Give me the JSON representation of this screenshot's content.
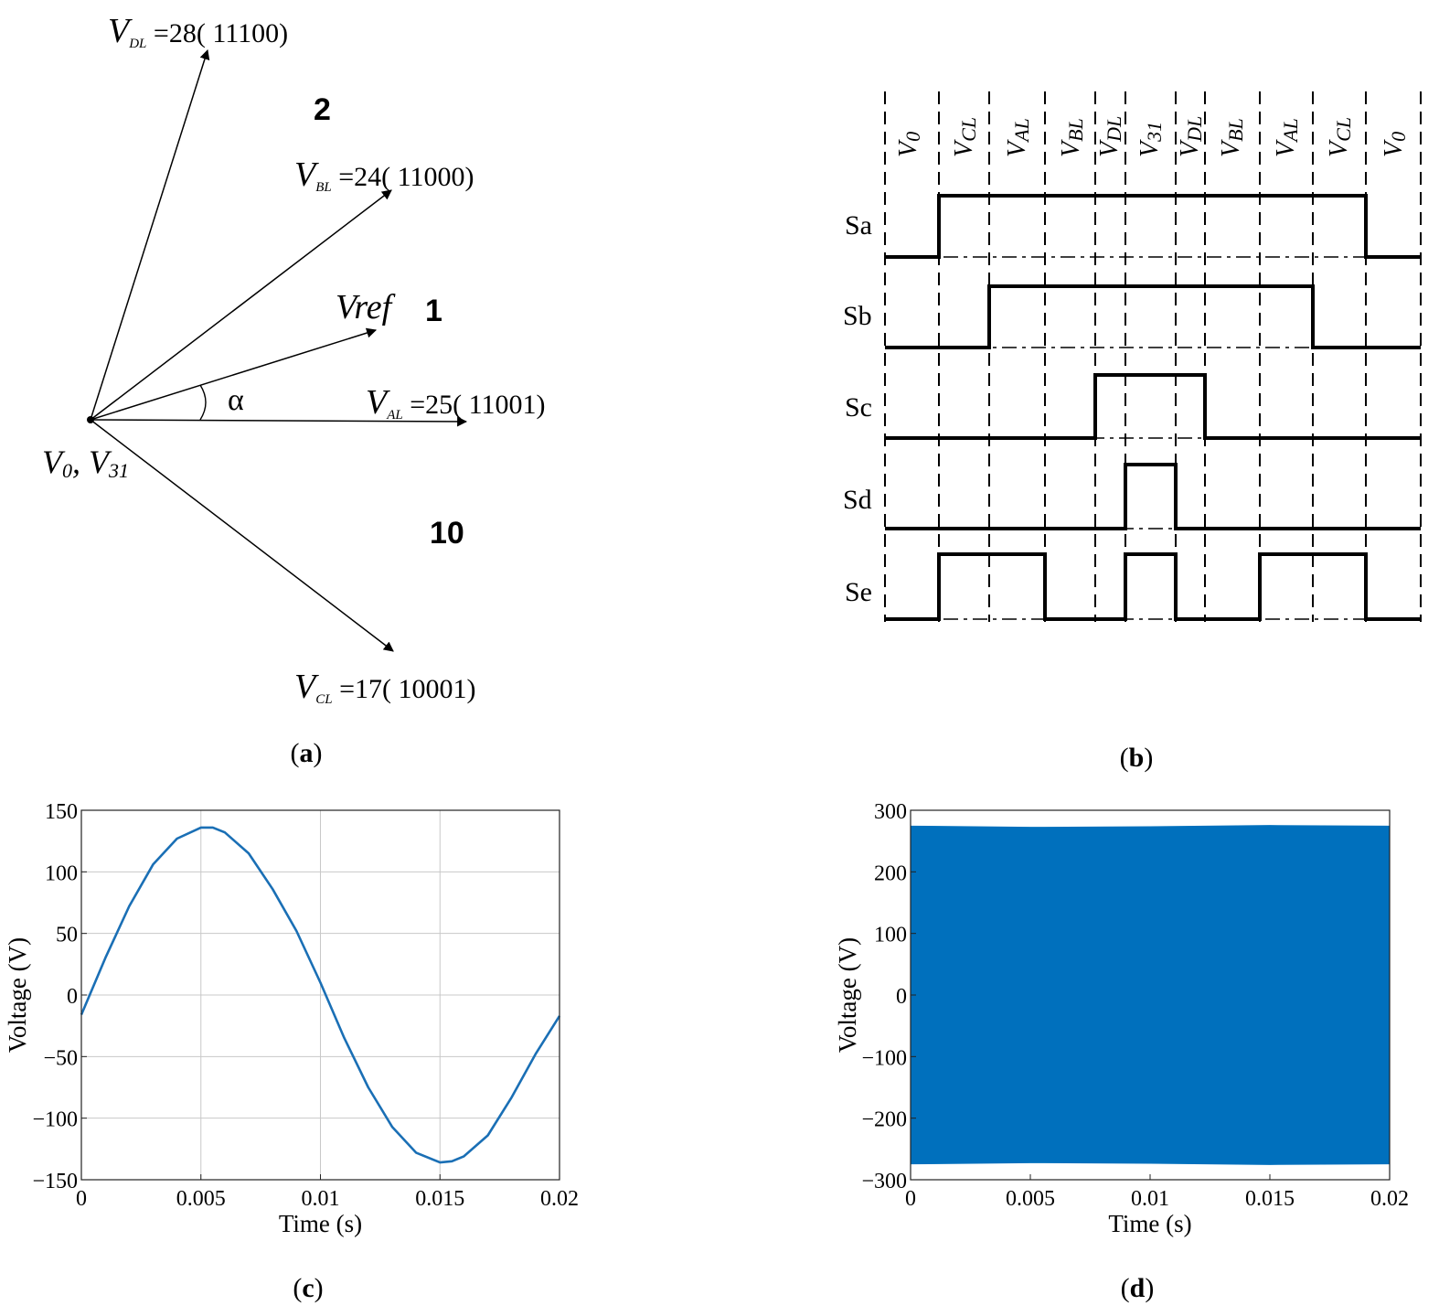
{
  "panel_a": {
    "caption": "a",
    "vectors": [
      {
        "id": "vdl",
        "main": "V",
        "sub": "DL",
        "text": " =28( 11100)"
      },
      {
        "id": "vbl",
        "main": "V",
        "sub": "BL",
        "text": " =24( 11000)"
      },
      {
        "id": "vref",
        "main": "Vref",
        "sub": "",
        "text": ""
      },
      {
        "id": "val",
        "main": "V",
        "sub": "AL",
        "text": " =25( 11001)"
      },
      {
        "id": "vcl",
        "main": "V",
        "sub": "CL",
        "text": " =17( 10001)"
      }
    ],
    "origin_label": "V",
    "origin_sub0": "0",
    "origin_mid": ", V",
    "origin_sub31": "31",
    "angle_label": "α",
    "sectors": [
      "2",
      "1",
      "10"
    ]
  },
  "panel_b": {
    "caption": "b",
    "column_labels": [
      {
        "main": "V",
        "sub": "0"
      },
      {
        "main": "V",
        "sub": "CL"
      },
      {
        "main": "V",
        "sub": "AL"
      },
      {
        "main": "V",
        "sub": "BL"
      },
      {
        "main": "V",
        "sub": "DL"
      },
      {
        "main": "V",
        "sub": "31"
      },
      {
        "main": "V",
        "sub": "DL"
      },
      {
        "main": "V",
        "sub": "BL"
      },
      {
        "main": "V",
        "sub": "AL"
      },
      {
        "main": "V",
        "sub": "CL"
      },
      {
        "main": "V",
        "sub": "0"
      }
    ],
    "signals": [
      {
        "name": "Sa"
      },
      {
        "name": "Sb"
      },
      {
        "name": "Sc"
      },
      {
        "name": "Sd"
      },
      {
        "name": "Se"
      }
    ]
  },
  "chart_data": [
    {
      "panel": "c",
      "type": "line",
      "caption": "c",
      "xlabel": "Time (s)",
      "ylabel": "Voltage (V)",
      "xlim": [
        0,
        0.02
      ],
      "ylim": [
        -150,
        150
      ],
      "xticks": [
        0,
        0.005,
        0.01,
        0.015,
        0.02
      ],
      "xtick_labels": [
        "0",
        "0.005",
        "0.01",
        "0.015",
        "0.02"
      ],
      "yticks": [
        150,
        100,
        50,
        0,
        -50,
        -100,
        -150
      ],
      "ytick_labels": [
        "150",
        "100",
        "50",
        "0",
        "−50",
        "−100",
        "−150"
      ],
      "grid": true,
      "color": "#1a6fb5",
      "series": [
        {
          "x": [
            0,
            0.001,
            0.002,
            0.003,
            0.004,
            0.005,
            0.0055,
            0.006,
            0.007,
            0.008,
            0.009,
            0.01,
            0.011,
            0.012,
            0.013,
            0.014,
            0.015,
            0.0155,
            0.016,
            0.017,
            0.018,
            0.019,
            0.02
          ],
          "y": [
            -16,
            30,
            72,
            106,
            127,
            136,
            136,
            132,
            115,
            86,
            52,
            10,
            -35,
            -75,
            -107,
            -128,
            -136,
            -135,
            -131,
            -114,
            -83,
            -48,
            -17
          ]
        }
      ]
    },
    {
      "panel": "d",
      "type": "area",
      "caption": "d",
      "xlabel": "Time (s)",
      "ylabel": "Voltage (V)",
      "xlim": [
        0,
        0.02
      ],
      "ylim": [
        -300,
        300
      ],
      "xticks": [
        0,
        0.005,
        0.01,
        0.015,
        0.02
      ],
      "xtick_labels": [
        "0",
        "0.005",
        "0.01",
        "0.015",
        "0.02"
      ],
      "yticks": [
        300,
        200,
        100,
        0,
        -100,
        -200,
        -300
      ],
      "ytick_labels": [
        "300",
        "200",
        "100",
        "0",
        "−100",
        "−200",
        "−300"
      ],
      "grid": false,
      "color": "#0070bd",
      "series": [
        {
          "x": [
            0,
            0.005,
            0.01,
            0.015,
            0.02
          ],
          "upper": [
            275,
            273,
            274,
            276,
            275
          ],
          "lower": [
            -275,
            -273,
            -274,
            -276,
            -275
          ]
        }
      ]
    }
  ]
}
